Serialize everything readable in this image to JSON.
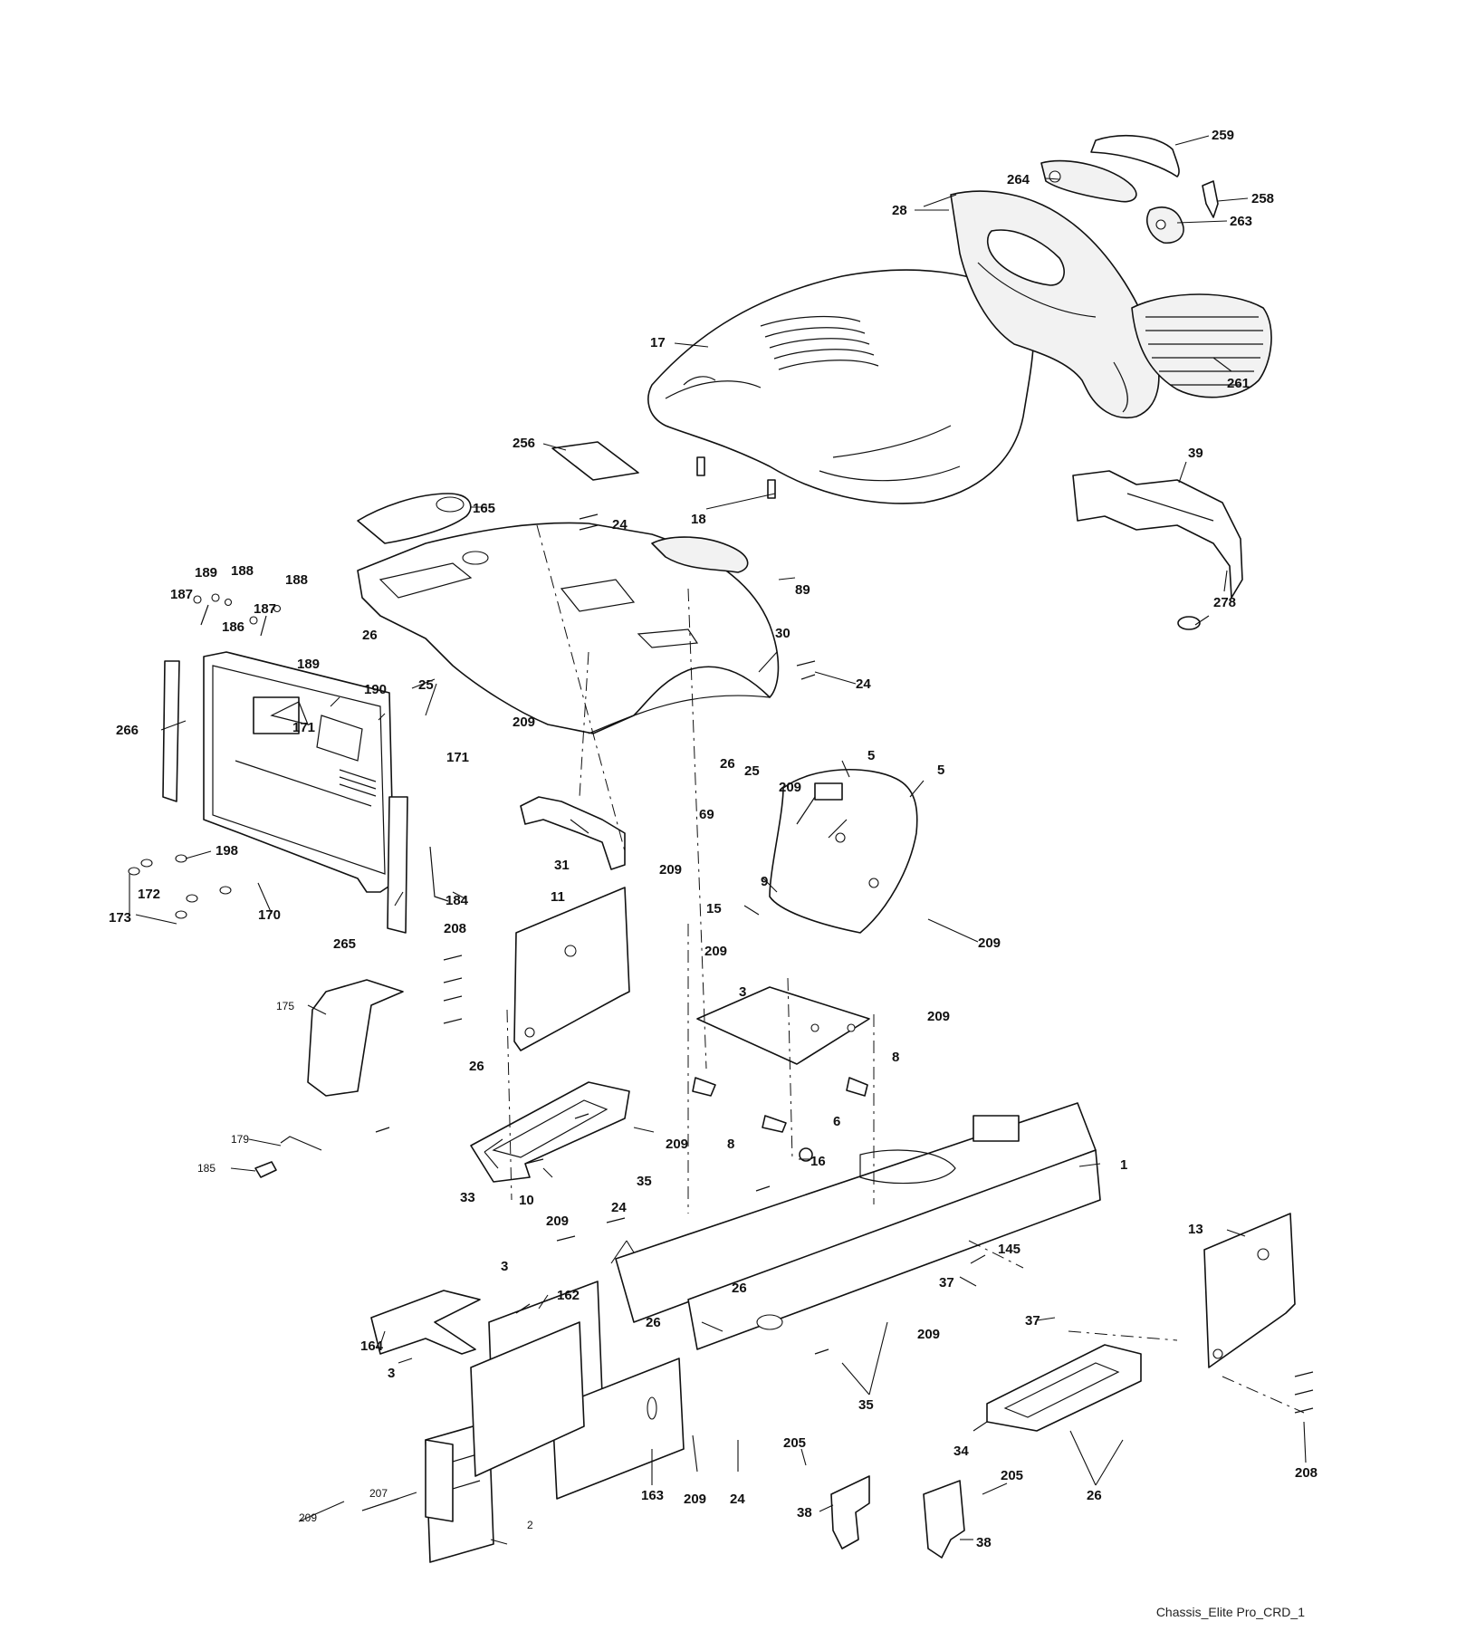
{
  "diagram_id": "Chassis_Elite Pro_CRD_1",
  "callouts": {
    "c1": "1",
    "c2": "2",
    "c3": "3",
    "c5": "5",
    "c6": "6",
    "c8": "8",
    "c9": "9",
    "c10": "10",
    "c11": "11",
    "c13": "13",
    "c15": "15",
    "c16": "16",
    "c17": "17",
    "c18": "18",
    "c24": "24",
    "c25": "25",
    "c26": "26",
    "c28": "28",
    "c30": "30",
    "c31": "31",
    "c33": "33",
    "c34": "34",
    "c35": "35",
    "c37": "37",
    "c38": "38",
    "c39": "39",
    "c69": "69",
    "c89": "89",
    "c145": "145",
    "c162": "162",
    "c163": "163",
    "c164": "164",
    "c165": "165",
    "c170": "170",
    "c171": "171",
    "c172": "172",
    "c173": "173",
    "c175": "175",
    "c179": "179",
    "c184": "184",
    "c185": "185",
    "c186": "186",
    "c187": "187",
    "c188": "188",
    "c189": "189",
    "c190": "190",
    "c198": "198",
    "c205": "205",
    "c207": "207",
    "c208": "208",
    "c209": "209",
    "c256": "256",
    "c258": "258",
    "c259": "259",
    "c261": "261",
    "c263": "263",
    "c264": "264",
    "c265": "265",
    "c266": "266",
    "c278": "278"
  }
}
